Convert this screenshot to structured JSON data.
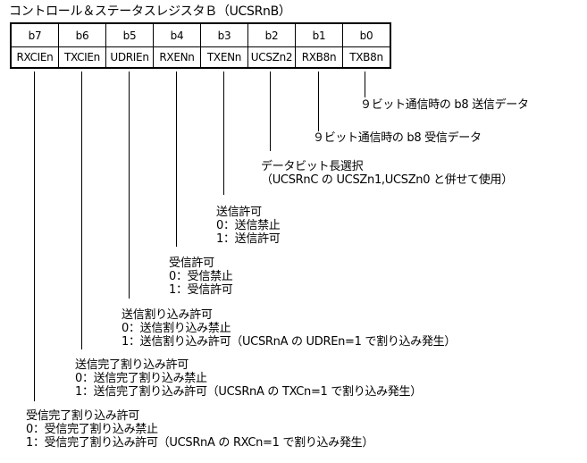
{
  "title": "コントロール＆ステータスレジスタＢ（UCSRnB）",
  "register": {
    "bits": [
      "b7",
      "b6",
      "b5",
      "b4",
      "b3",
      "b2",
      "b1",
      "b0"
    ],
    "names": [
      "RXCIEn",
      "TXCIEn",
      "UDRIEn",
      "RXENn",
      "TXENn",
      "UCSZn2",
      "RXB8n",
      "TXB8n"
    ]
  },
  "descriptions": {
    "b0": {
      "line1": "９ビット通信時の b8 送信データ"
    },
    "b1": {
      "line1": "９ビット通信時の b8 受信データ"
    },
    "b2": {
      "line1": "データビット長選択",
      "line2": "（UCSRnC の UCSZn1,UCSZn0 と併せて使用）"
    },
    "b3": {
      "line1": "送信許可",
      "line2": "0：送信禁止",
      "line3": "1：送信許可"
    },
    "b4": {
      "line1": "受信許可",
      "line2": "0：受信禁止",
      "line3": "1：受信許可"
    },
    "b5": {
      "line1": "送信割り込み許可",
      "line2": "0：送信割り込み禁止",
      "line3": "1：送信割り込み許可（UCSRnA の UDREn=1 で割り込み発生）"
    },
    "b6": {
      "line1": "送信完了割り込み許可",
      "line2": "0：送信完了割り込み禁止",
      "line3": "1：送信完了割り込み許可（UCSRnA の TXCn=1 で割り込み発生）"
    },
    "b7": {
      "line1": "受信完了割り込み許可",
      "line2": "0：受信完了割り込み禁止",
      "line3": "1：受信完了割り込み許可（UCSRnA の RXCn=1 で割り込み発生）"
    }
  }
}
